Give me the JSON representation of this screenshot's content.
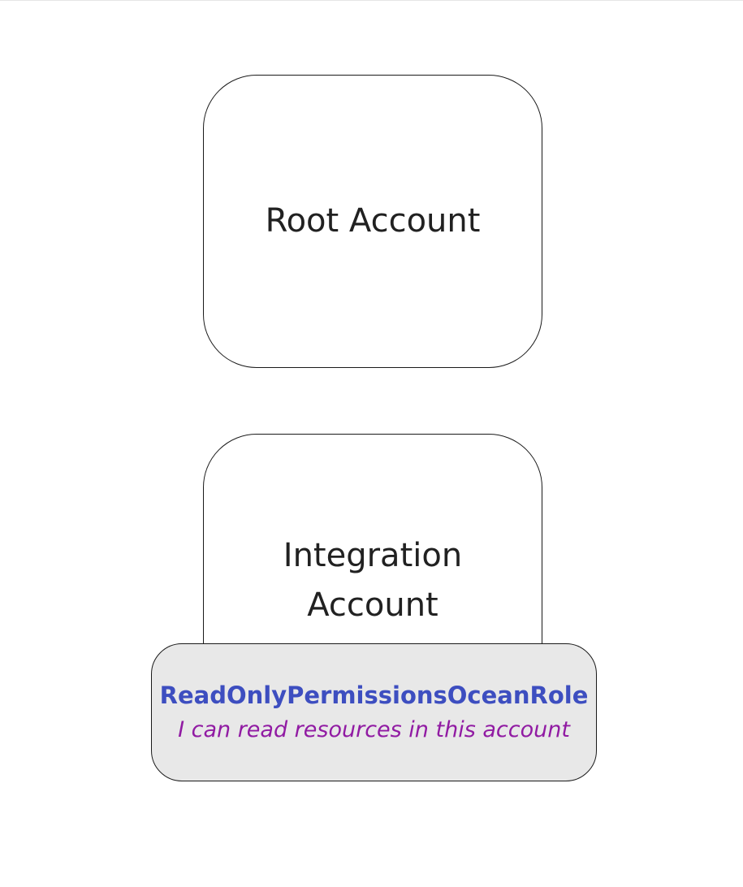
{
  "page": {
    "background": "#ffffff",
    "top_edge_color": "#e6e6e6"
  },
  "diagram": {
    "text_color": "#212121",
    "stroke_color": "#1a1a1a",
    "node_fill": "#ffffff",
    "nodes": [
      {
        "id": "root-account",
        "lines": [
          "Root Account"
        ]
      },
      {
        "id": "integration-account",
        "lines": [
          "Integration",
          "Account"
        ]
      }
    ],
    "role_badge": {
      "title": "ReadOnlyPermissionsOceanRole",
      "subtitle": "I can read resources in this account",
      "title_color": "#3d4ec0",
      "subtitle_color": "#911ba3",
      "background": "#e8e8e8"
    }
  }
}
